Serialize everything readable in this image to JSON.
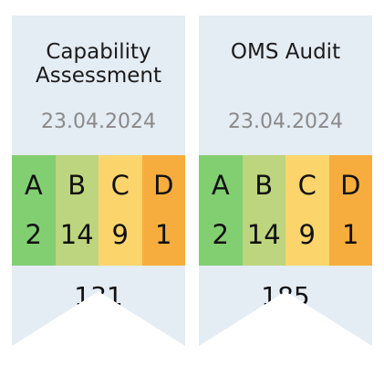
{
  "cards": [
    {
      "title_line1": "Capability",
      "title_line2": "Assessment",
      "date": "23.04.2024",
      "grades": [
        {
          "letter": "A",
          "count": "2",
          "color": "#82cf72"
        },
        {
          "letter": "B",
          "count": "14",
          "color": "#bdd57e"
        },
        {
          "letter": "C",
          "count": "9",
          "color": "#fbd56c"
        },
        {
          "letter": "D",
          "count": "1",
          "color": "#f7ad3d"
        }
      ],
      "total": "131"
    },
    {
      "title_line1": "OMS Audit",
      "title_line2": "",
      "date": "23.04.2024",
      "grades": [
        {
          "letter": "A",
          "count": "2",
          "color": "#82cf72"
        },
        {
          "letter": "B",
          "count": "14",
          "color": "#bdd57e"
        },
        {
          "letter": "C",
          "count": "9",
          "color": "#fbd56c"
        },
        {
          "letter": "D",
          "count": "1",
          "color": "#f7ad3d"
        }
      ],
      "total": "185"
    }
  ]
}
